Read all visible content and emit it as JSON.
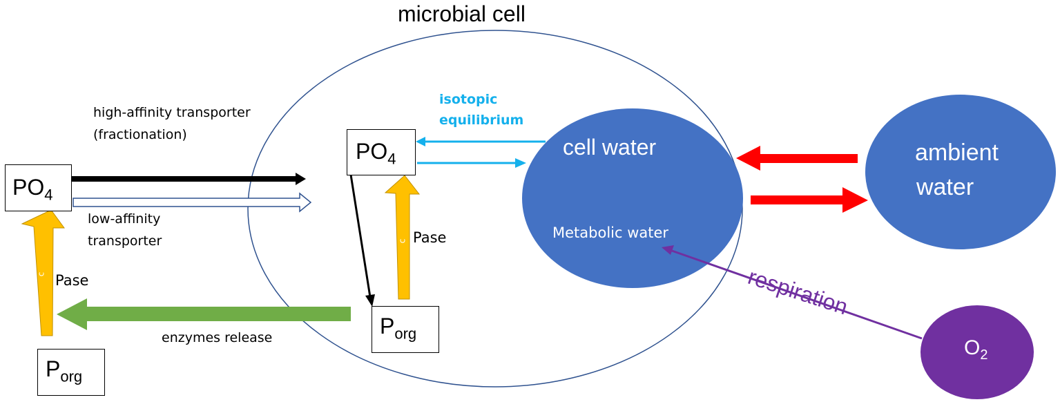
{
  "title": "microbial cell",
  "labels": {
    "high_affinity_line1": "high-affinity transporter",
    "high_affinity_line2": "(fractionation)",
    "low_affinity_line1": "low-affinity",
    "low_affinity_line2": "transporter",
    "pase_left": "Pase",
    "pase_cell": "Pase",
    "enzymes_release": "enzymes release",
    "isotopic_line1": "isotopic",
    "isotopic_line2": "equilibrium",
    "cell_water": "cell water",
    "metabolic_water": "Metabolic water",
    "ambient_line1": "ambient",
    "ambient_line2": "water",
    "respiration": "respiration",
    "c_letter": "c"
  },
  "boxes": {
    "po4_main": "PO",
    "po4_sub": "4",
    "porg_main": "P",
    "porg_sub": "org"
  },
  "o2": {
    "main": "O",
    "sub": "2"
  },
  "colors": {
    "water_blue": "#4472C4",
    "cell_outline": "#2F528F",
    "isotopic_cyan": "#14B0EC",
    "pase_orange": "#FFC000",
    "enzyme_green": "#70AD47",
    "exchange_red": "#FF0000",
    "respiration_purple": "#7030A0",
    "transport_black": "#000000",
    "low_affinity_blue": "#2F528F"
  }
}
